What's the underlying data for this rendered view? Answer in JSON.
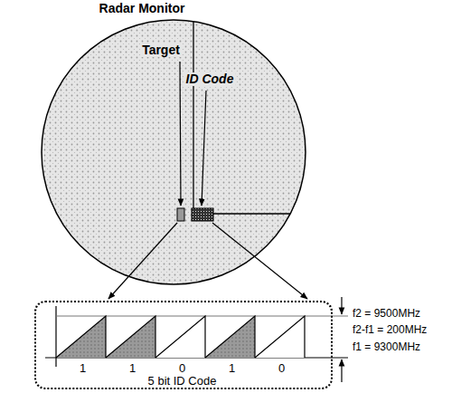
{
  "diagram": {
    "nodes": [
      {
        "text": [
          "Radar Monitor"
        ]
      },
      {
        "text": [
          "1",
          "1",
          "0",
          "1",
          "0",
          "5 bit ID Code"
        ]
      }
    ],
    "labels": [
      "Target",
      "ID Code",
      "f2 = 9500MHz",
      "f2-f1 = 200MHz",
      "f1 = 9300MHz"
    ]
  }
}
